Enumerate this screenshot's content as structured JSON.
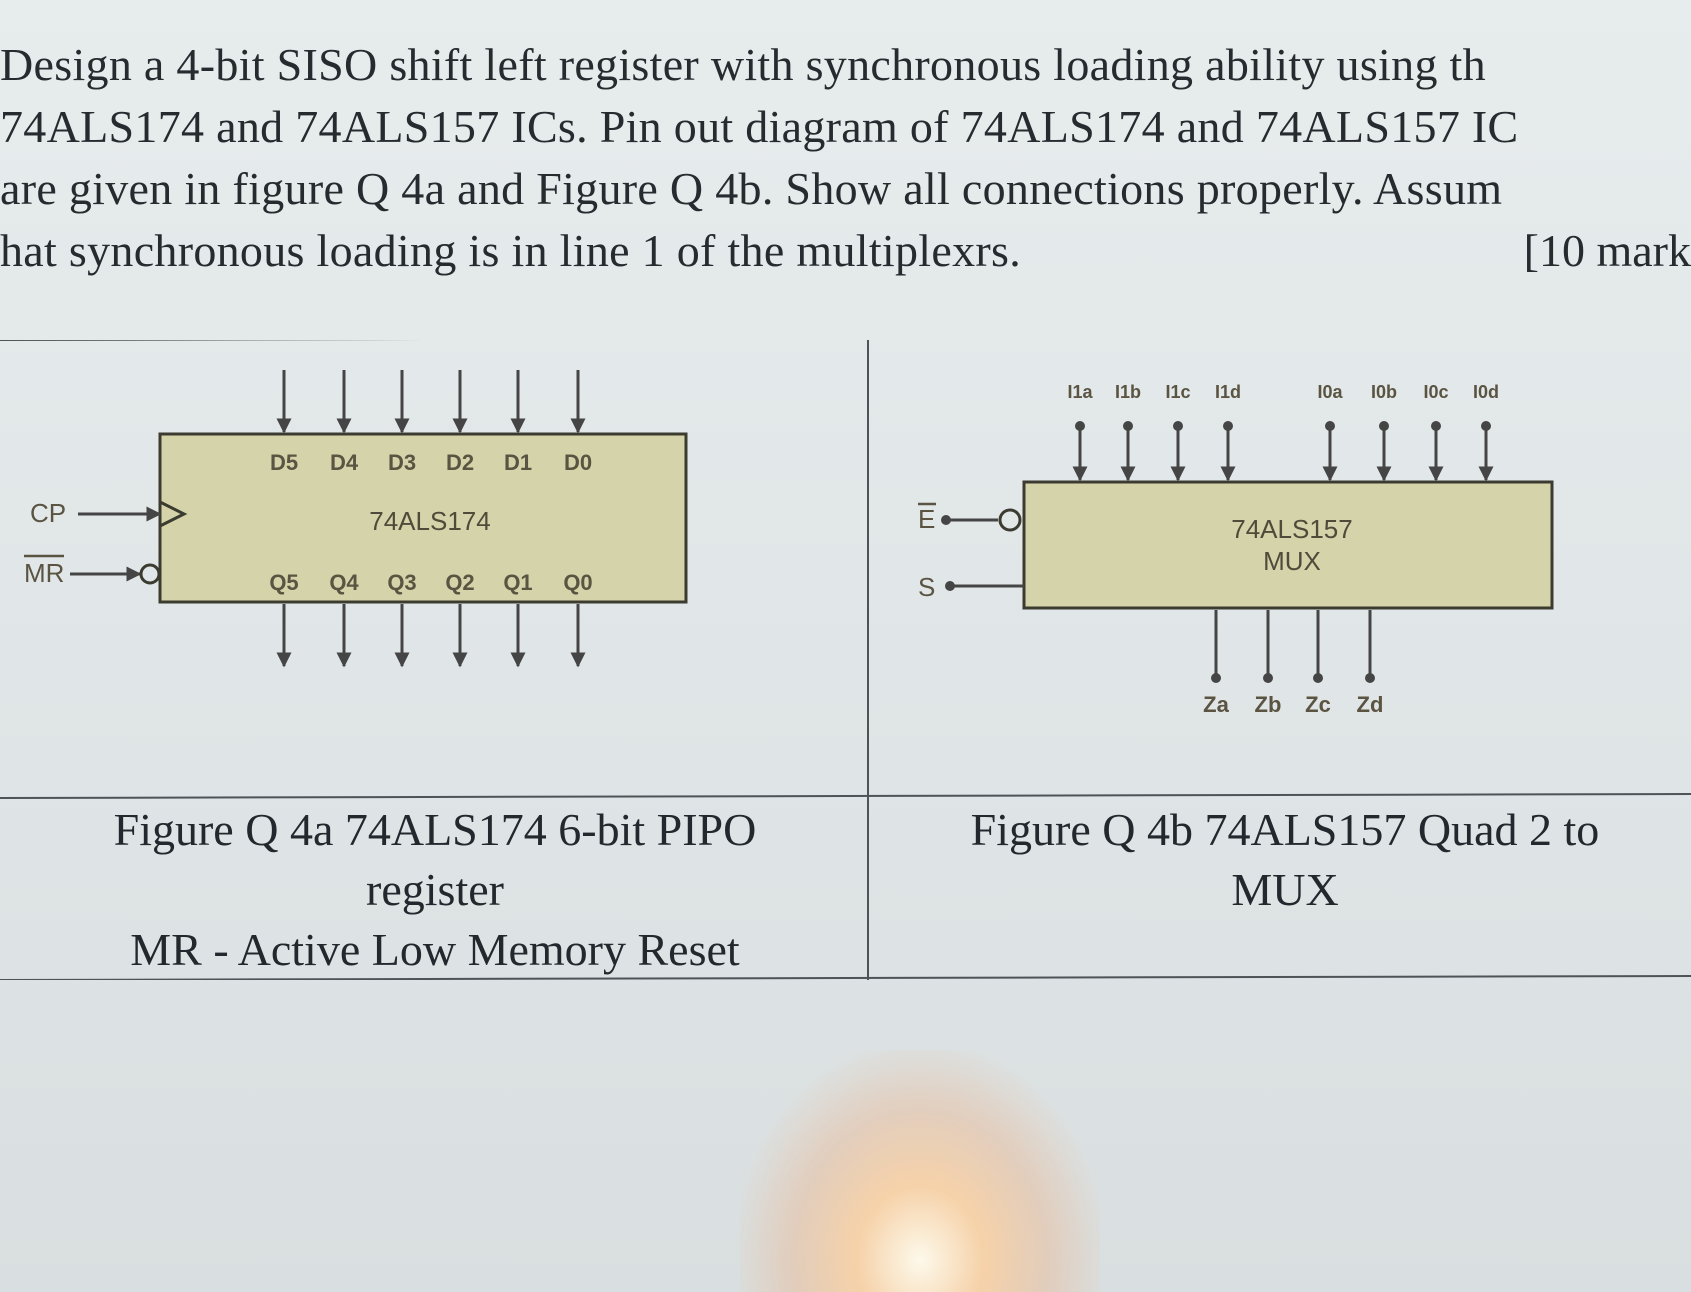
{
  "question": {
    "lines": [
      "Design a 4-bit SISO shift left register with synchronous loading ability using th",
      "74ALS174 and 74ALS157 ICs. Pin out diagram of 74ALS174 and 74ALS157 IC",
      "are given in figure Q 4a and Figure Q 4b. Show all connections properly. Assum",
      "hat synchronous loading is in line 1 of the multiplexrs."
    ],
    "marks": "[10 mark"
  },
  "figure_a": {
    "chip_name": "74ALS174",
    "inputs": [
      "D5",
      "D4",
      "D3",
      "D2",
      "D1",
      "D0"
    ],
    "outputs": [
      "Q5",
      "Q4",
      "Q3",
      "Q2",
      "Q1",
      "Q0"
    ],
    "clock_label": "CP",
    "reset_label": "MR",
    "caption_lines": [
      "Figure Q 4a  74ALS174 6-bit PIPO",
      "register",
      "MR - Active Low Memory Reset"
    ]
  },
  "figure_b": {
    "chip_name": "74ALS157",
    "chip_sub": "MUX",
    "inputs_1": [
      "I1a",
      "I1b",
      "I1c",
      "I1d"
    ],
    "inputs_0": [
      "I0a",
      "I0b",
      "I0c",
      "I0d"
    ],
    "outputs": [
      "Za",
      "Zb",
      "Zc",
      "Zd"
    ],
    "enable_label": "E",
    "select_label": "S",
    "caption_lines": [
      "Figure Q 4b 74ALS157 Quad 2 to",
      "MUX"
    ]
  },
  "colors": {
    "chip_fill": "#d5d3a9",
    "chip_stroke": "#3b3b30",
    "wire": "#454545",
    "pin_label": "#5b5442",
    "rule": "#4d5357"
  }
}
